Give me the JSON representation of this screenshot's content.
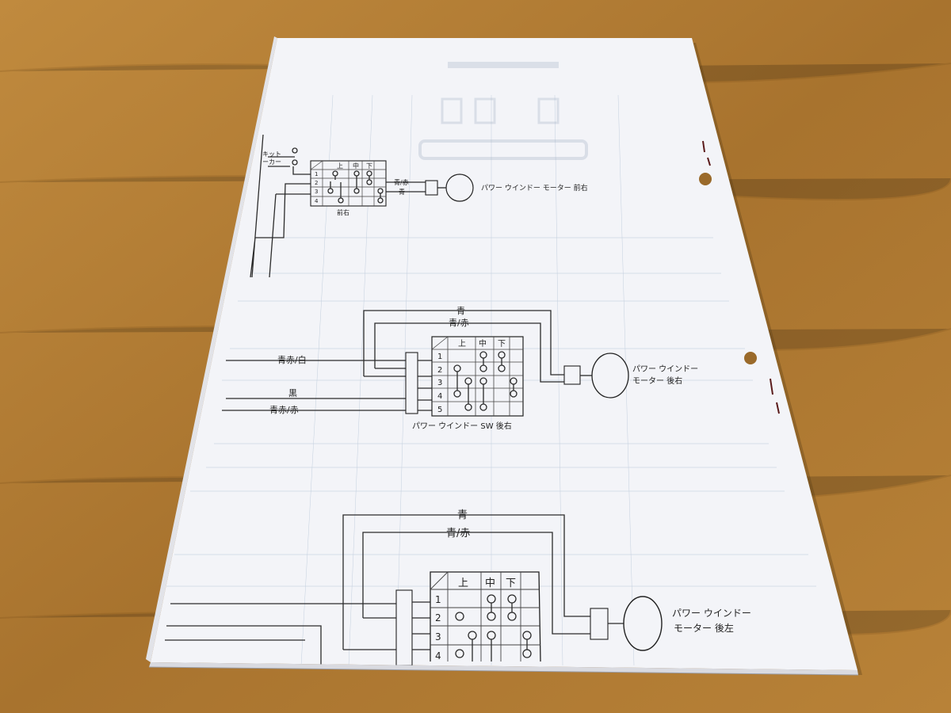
{
  "colors": {
    "table": "#b07a33",
    "paper": "#f3f4f8",
    "ink": "#222222",
    "grid": "#b9c7d8"
  },
  "top_section": {
    "breaker_label_1": "キット",
    "breaker_label_2": "ーカー",
    "switch_name": "前右",
    "motor_label": "パワー ウインドー モーター 前右",
    "wire_1": "青/赤",
    "wire_2": "青",
    "headers": [
      "上",
      "中",
      "下"
    ],
    "rows": [
      "1",
      "2",
      "3",
      "4"
    ]
  },
  "middle_section": {
    "wire_top": "青",
    "wire_second": "青/赤",
    "wire_in_1": "青赤/白",
    "wire_in_2": "黒",
    "wire_in_3": "青赤/赤",
    "switch_label": "パワー ウインドー SW 後右",
    "motor_label_1": "パワー ウインドー",
    "motor_label_2": "モーター 後右",
    "headers": [
      "上",
      "中",
      "下"
    ],
    "rows": [
      "1",
      "2",
      "3",
      "4",
      "5"
    ]
  },
  "bottom_section": {
    "wire_top": "青",
    "wire_second": "青/赤",
    "motor_label_1": "パワー ウインドー",
    "motor_label_2": "モーター 後左",
    "headers": [
      "上",
      "中",
      "下"
    ],
    "rows": [
      "1",
      "2",
      "3",
      "4"
    ]
  }
}
